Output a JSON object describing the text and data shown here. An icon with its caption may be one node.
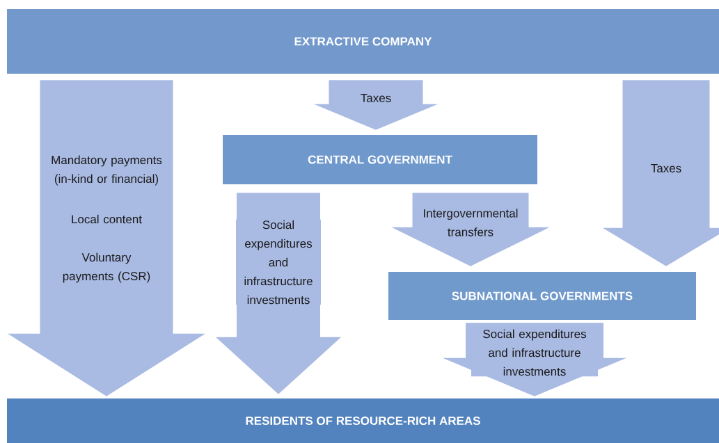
{
  "diagram": {
    "nodes": [
      {
        "text": [
          "EXTRACTIVE COMPANY"
        ]
      },
      {
        "text": [
          "CENTRAL GOVERNMENT"
        ]
      },
      {
        "text": [
          "SUBNATIONAL GOVERNMENTS"
        ]
      },
      {
        "text": [
          "RESIDENTS OF RESOURCE-RICH AREAS"
        ]
      }
    ],
    "edges": [
      {
        "from": 0,
        "to": 3,
        "arrow": "to",
        "label": "Mandatory payments (in-kind or financial)"
      },
      {
        "from": 0,
        "to": 1,
        "arrow": "to",
        "label": "Taxes"
      },
      {
        "from": 0,
        "to": 2,
        "arrow": "to",
        "label": "Taxes"
      },
      {
        "from": 1,
        "to": 3,
        "arrow": "to",
        "label": "Social expenditures and infrastructure investments"
      },
      {
        "from": 1,
        "to": 2,
        "arrow": "to",
        "label": "Intergovernmental transfers"
      },
      {
        "from": 2,
        "to": 3,
        "arrow": "to",
        "label": "Social expenditures and infrastructure investments"
      }
    ],
    "labels": [
      "Local content",
      "Voluntary payments (CSR)"
    ]
  }
}
